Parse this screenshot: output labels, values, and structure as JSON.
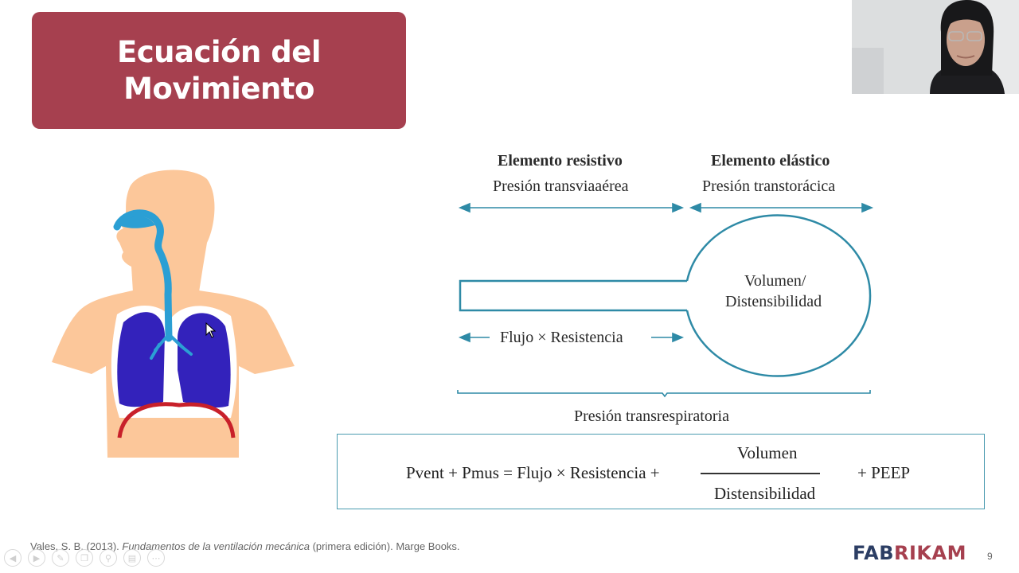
{
  "slide": {
    "title_line1": "Ecuación del",
    "title_line2": "Movimiento",
    "page_number": "9"
  },
  "diagram": {
    "resistive_title": "Elemento resistivo",
    "resistive_subtitle": "Presión transviaaérea",
    "elastic_title": "Elemento elástico",
    "elastic_subtitle": "Presión transtorácica",
    "balloon_line1": "Volumen/",
    "balloon_line2": "Distensibilidad",
    "flow_label": "Flujo × Resistencia",
    "total_label": "Presión transrespiratoria"
  },
  "equation": {
    "left": "Pvent + Pmus = Flujo × Resistencia +",
    "numerator": "Volumen",
    "denominator": "Distensibilidad",
    "right": "+ PEEP"
  },
  "citation": {
    "author": "Vales, S. B. (2013). ",
    "book_title": "Fundamentos de la ventilación mecánica",
    "rest": " (primera edición). Marge Books."
  },
  "brand": {
    "part1": "FAB",
    "part2": "RIKAM"
  },
  "toolbar": {
    "icons": [
      "prev-icon",
      "next-icon",
      "pen-icon",
      "copy-icon",
      "zoom-icon",
      "subtitles-icon",
      "more-icon"
    ]
  },
  "colors": {
    "title_bg": "#a6404f",
    "diagram_stroke": "#2e8aa6",
    "lungs": "#3322bb",
    "airway": "#2b9fd4",
    "skin": "#fcc79a",
    "diaphragm": "#c8202a"
  }
}
